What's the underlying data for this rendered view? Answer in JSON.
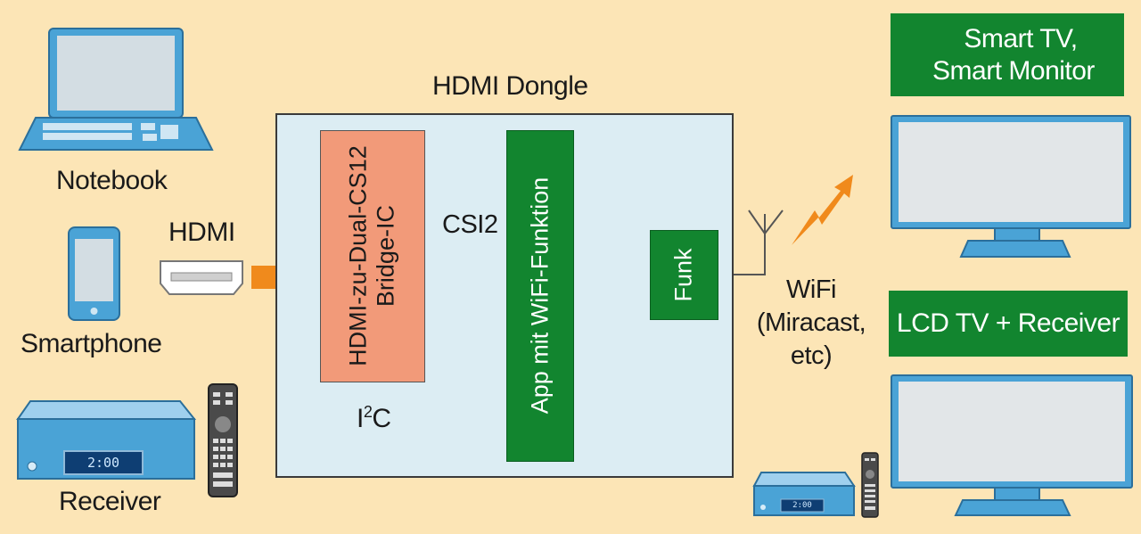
{
  "sources": {
    "notebook": "Notebook",
    "hdmi": "HDMI",
    "smartphone": "Smartphone",
    "receiver": "Receiver",
    "receiver_clock": "2:00"
  },
  "dongle": {
    "title": "HDMI Dongle",
    "bridge_line1": "HDMI-zu-Dual-CS12",
    "bridge_line2": "Bridge-IC",
    "csi2": "CSI2",
    "app": "App mit WiFi-Funktion",
    "funk": "Funk",
    "i2c_prefix": "I",
    "i2c_sup": "2",
    "i2c_suffix": "C"
  },
  "wireless": {
    "line1": "WiFi",
    "line2": "(Miracast,",
    "line3": "etc)"
  },
  "targets": {
    "smart_tv_line1": "Smart TV,",
    "smart_tv_line2": "Smart Monitor",
    "lcd_tv": "LCD TV + Receiver",
    "small_receiver_clock": "2:00"
  },
  "colors": {
    "background": "#fce5b6",
    "dongle_bg": "#dcedf3",
    "bridge": "#f29a79",
    "green": "#12852f",
    "orange_arrow": "#f08a1c",
    "blue_arrow": "#9fcdea",
    "device_blue": "#4aa3d6"
  }
}
